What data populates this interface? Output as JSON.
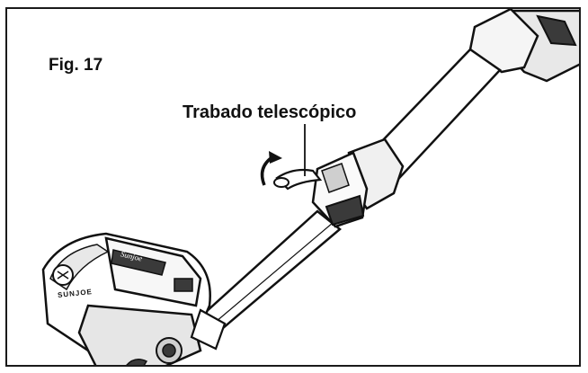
{
  "figure": {
    "label": "Fig. 17",
    "callout": "Trabado telescópico"
  },
  "device": {
    "brand_text": "SUNJOE",
    "handle_text": "Sunjoe"
  },
  "icons": [
    "rotate-arrow-icon"
  ],
  "colors": {
    "line": "#111111",
    "border": "#1a1a1a",
    "dark_fill": "#3a3a3a",
    "mid_fill": "#cfcfcf",
    "light_fill": "#f2f2f2"
  }
}
